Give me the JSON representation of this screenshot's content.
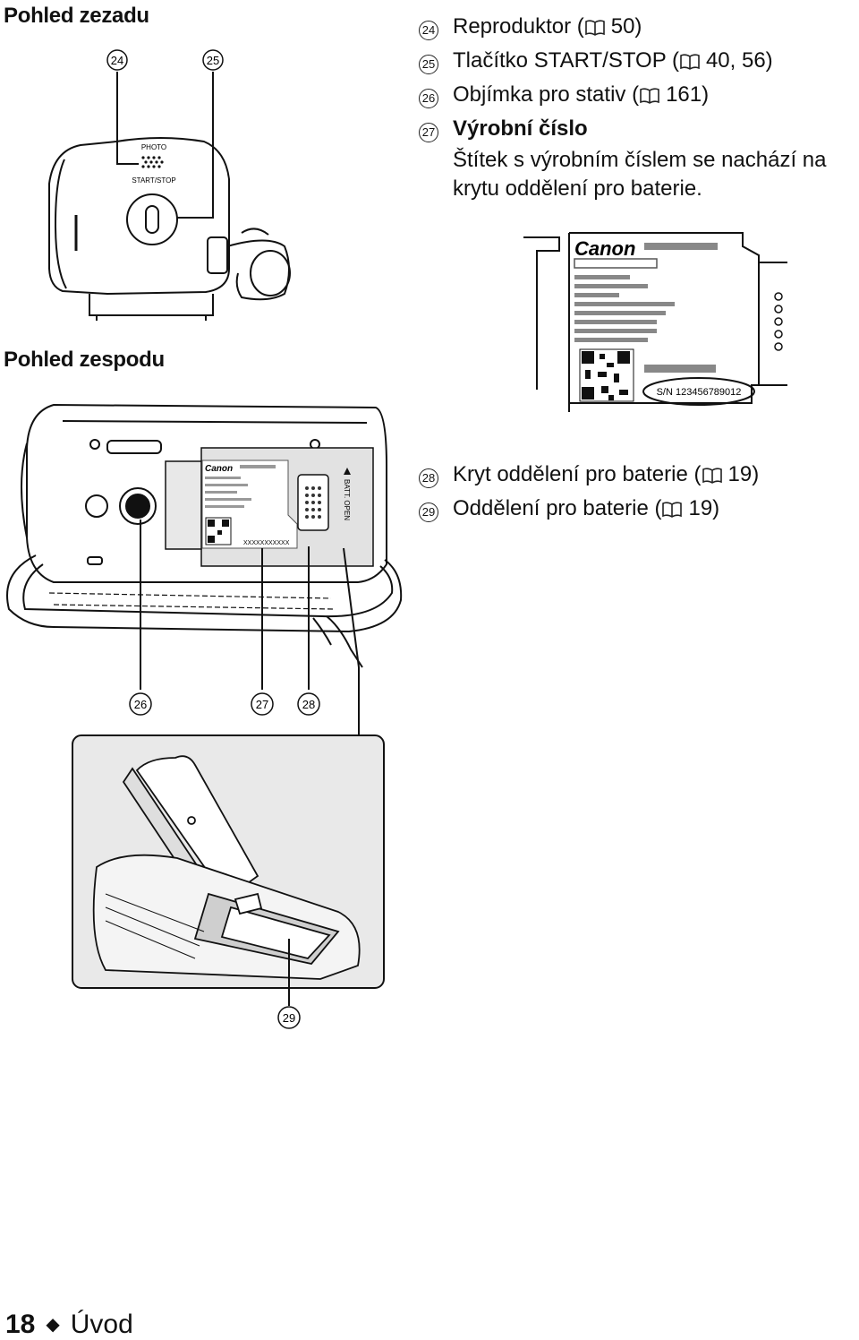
{
  "headings": {
    "rear": "Pohled zezadu",
    "bottom": "Pohled zespodu"
  },
  "legend_top": [
    {
      "num": "24",
      "pre": "Reproduktor (",
      "ref": "50)"
    },
    {
      "num": "25",
      "pre": "Tlačítko START/STOP (",
      "ref": "40, 56)"
    },
    {
      "num": "26",
      "pre": "Objímka pro stativ (",
      "ref": "161)"
    },
    {
      "num": "27",
      "title": "Výrobní číslo",
      "desc1": "Štítek s výrobním číslem se nachází na",
      "desc2": "krytu oddělení pro baterie."
    }
  ],
  "legend_bottom": [
    {
      "num": "28",
      "pre": "Kryt oddělení pro baterie (",
      "ref": "19)"
    },
    {
      "num": "29",
      "pre": "Oddělení pro baterie (",
      "ref": "19)"
    }
  ],
  "callouts": {
    "c24": "24",
    "c25": "25",
    "c26": "26",
    "c27": "27",
    "c28": "28",
    "c29": "29"
  },
  "camera_labels": {
    "photo": "PHOTO",
    "start_stop": "START/STOP",
    "batt_open": "BATT. OPEN"
  },
  "label_zoom": {
    "brand": "Canon",
    "serial": "S/N 123456789012"
  },
  "label_small": {
    "brand": "Canon",
    "serial": "XXXXXXXXXXX"
  },
  "footer": {
    "page": "18",
    "separator": "◆",
    "section": "Úvod"
  }
}
